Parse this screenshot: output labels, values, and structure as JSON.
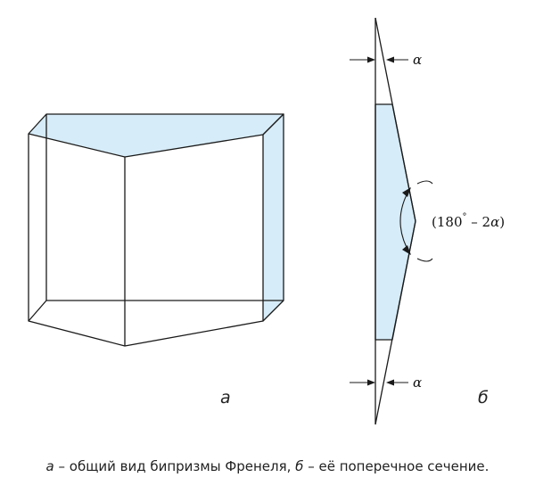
{
  "labels": {
    "part_a": "а",
    "part_b": "б",
    "alpha_top": "α",
    "alpha_bottom": "α",
    "angle_open": "(180",
    "angle_degree": "°",
    "angle_close": " – 2",
    "angle_alpha": "α",
    "angle_paren": ")"
  },
  "caption": {
    "a": "а",
    "text_1": " – общий вид бипризмы Френеля, ",
    "b": "б",
    "text_2": " – её поперечное сечение."
  },
  "colors": {
    "glass_fill": "#d6ecf8",
    "line": "#1a1a1a"
  }
}
